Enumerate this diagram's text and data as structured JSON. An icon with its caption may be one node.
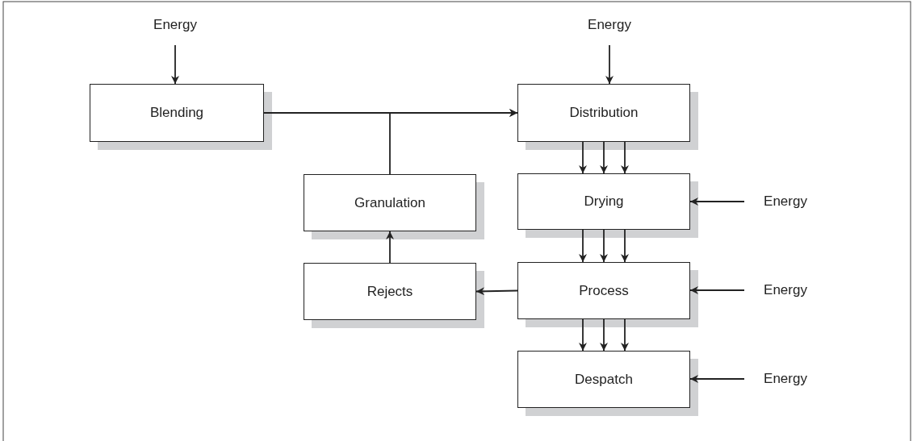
{
  "diagram": {
    "nodes": [
      {
        "text": [
          "Energy"
        ]
      },
      {
        "text": [
          "Energy"
        ]
      },
      {
        "text": [
          "Blending"
        ]
      },
      {
        "text": [
          "Distribution"
        ]
      },
      {
        "text": [
          "Granulation"
        ]
      },
      {
        "text": [
          "Drying"
        ]
      },
      {
        "text": [
          "Energy"
        ]
      },
      {
        "text": [
          "Rejects"
        ]
      },
      {
        "text": [
          "Process"
        ]
      },
      {
        "text": [
          "Energy"
        ]
      },
      {
        "text": [
          "Despatch"
        ]
      },
      {
        "text": [
          "Energy"
        ]
      }
    ],
    "edges": [
      {
        "from": 0,
        "to": 2,
        "arrow": "to"
      },
      {
        "from": 1,
        "to": 3,
        "arrow": "to"
      },
      {
        "from": 2,
        "to": 3,
        "arrow": "to"
      },
      {
        "from": 4,
        "to": 3,
        "arrow": "to"
      },
      {
        "from": 3,
        "to": 5,
        "arrow": "to"
      },
      {
        "from": 3,
        "to": 5,
        "arrow": "to"
      },
      {
        "from": 3,
        "to": 5,
        "arrow": "to"
      },
      {
        "from": 6,
        "to": 5,
        "arrow": "to"
      },
      {
        "from": 7,
        "to": 4,
        "arrow": "to"
      },
      {
        "from": 8,
        "to": 7,
        "arrow": "to"
      },
      {
        "from": 5,
        "to": 8,
        "arrow": "to"
      },
      {
        "from": 5,
        "to": 8,
        "arrow": "to"
      },
      {
        "from": 5,
        "to": 8,
        "arrow": "to"
      },
      {
        "from": 9,
        "to": 8,
        "arrow": "to"
      },
      {
        "from": 8,
        "to": 10,
        "arrow": "to"
      },
      {
        "from": 8,
        "to": 10,
        "arrow": "to"
      },
      {
        "from": 8,
        "to": 10,
        "arrow": "to"
      },
      {
        "from": 11,
        "to": 10,
        "arrow": "to"
      }
    ]
  }
}
